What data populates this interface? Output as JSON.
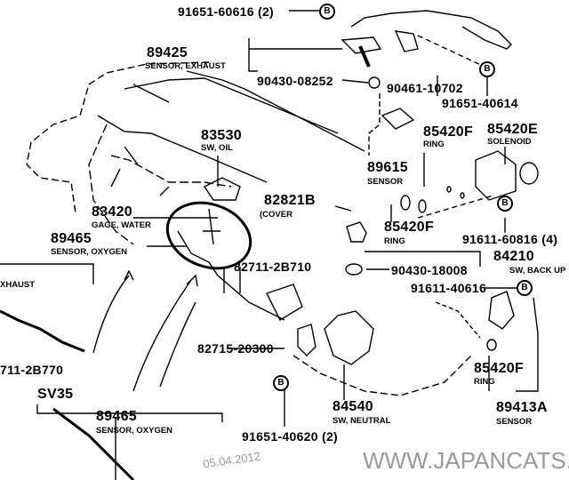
{
  "parts": [
    {
      "no": "91651-60616 (2)"
    },
    {
      "no": "89425",
      "desc": "SENSOR, EXHAUST"
    },
    {
      "no": "90430-08252"
    },
    {
      "no": "90461-10702"
    },
    {
      "no": "91651-40614"
    },
    {
      "no": "83530",
      "desc": "SW, OIL"
    },
    {
      "no": "85420F",
      "desc": "RING"
    },
    {
      "no": "85420E",
      "desc": "SOLENOID"
    },
    {
      "no": "89615",
      "desc": "SENSOR"
    },
    {
      "no": "82821B",
      "desc": "(COVER"
    },
    {
      "no": "83420",
      "desc": "GAGE, WATER"
    },
    {
      "no": "89465",
      "desc": "SENSOR, OXYGEN"
    },
    {
      "no": "85420F",
      "desc": "RING"
    },
    {
      "no": "91611-60816 (4)"
    },
    {
      "no": "84210",
      "desc": "SW, BACK UP"
    },
    {
      "no": "82711-2B710"
    },
    {
      "no": "90430-18008"
    },
    {
      "no": "91611-40616"
    },
    {
      "no": "82715-20300"
    },
    {
      "no": "711-2B770"
    },
    {
      "no": "85420F",
      "desc": "RING"
    },
    {
      "no": "SV35"
    },
    {
      "no": "84540",
      "desc": "SW, NEUTRAL"
    },
    {
      "no": "89465",
      "desc": "SENSOR, OXYGEN"
    },
    {
      "no": "89413A",
      "desc": "SENSOR"
    },
    {
      "no": "91651-40620 (2)"
    }
  ],
  "cut_label": "XHAUST",
  "ref_marker": "B",
  "watermark": "WWW.JAPANCATS.RU",
  "date": "05.04.2012"
}
